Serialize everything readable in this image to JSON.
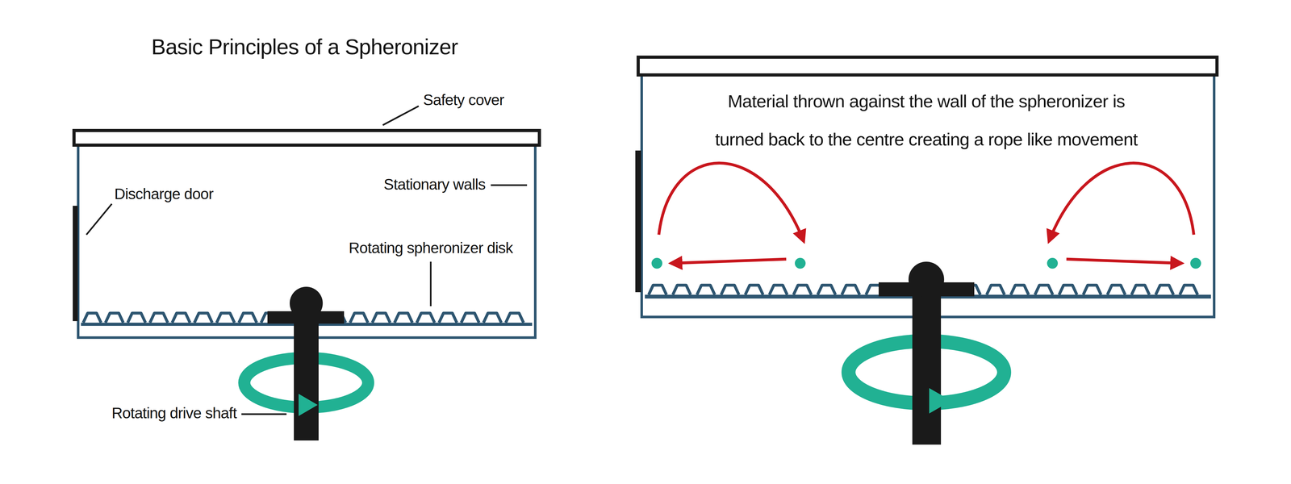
{
  "diagram": {
    "title": "Basic Principles of a Spheronizer",
    "labels": [
      "Safety cover",
      "Discharge door",
      "Stationary walls",
      "Rotating spheronizer disk",
      "Rotating drive shaft",
      "Material thrown against the wall of the spheronizer is turned back to the centre creating a rope like movement"
    ]
  }
}
